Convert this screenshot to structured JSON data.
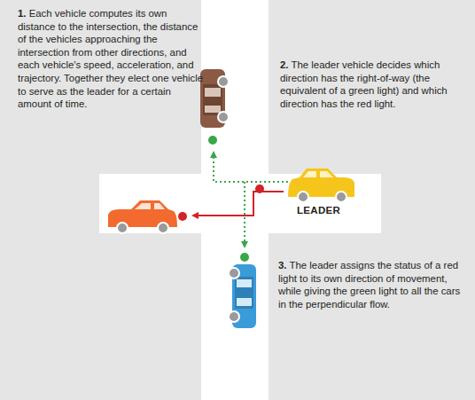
{
  "diagram": {
    "labels": [
      "1.",
      "Each vehicle computes its own distance to the intersection, the distance of the vehicles approaching the intersection from other directions, and each vehicle's speed, acceleration, and trajectory. Together they elect one vehicle to serve as the leader for a certain amount of time.",
      "2.",
      "The leader vehicle decides which direction has the right-of-way (the equivalent of a green light) and which direction has the red light.",
      "3.",
      "The leader assigns the status of a red light to its own direction of movement, while giving the green light to all the cars in the perpendicular flow.",
      "LEADER"
    ]
  }
}
